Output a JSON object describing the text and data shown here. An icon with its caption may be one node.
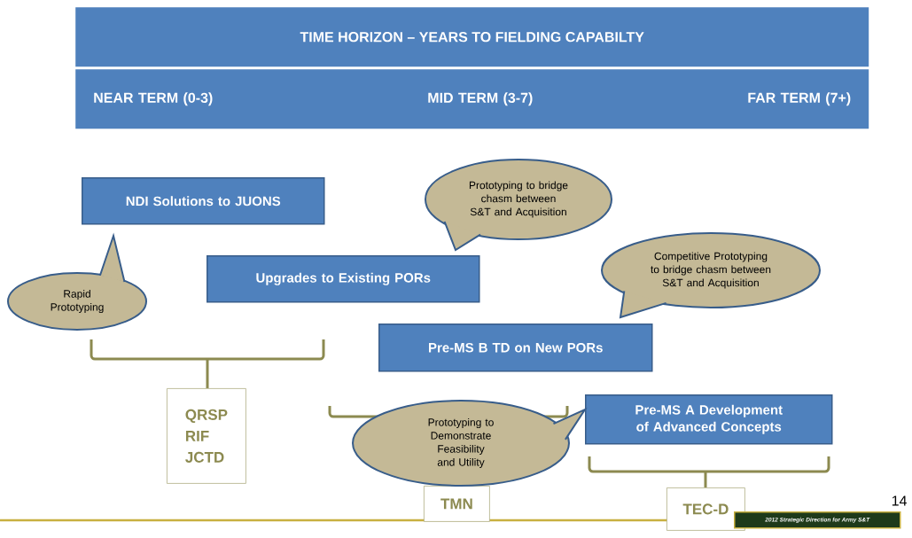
{
  "diagram": {
    "nodes": [
      {
        "text": [
          "TIME HORIZON – YEARS TO FIELDING CAPABILTY"
        ]
      },
      {
        "text": [
          "NEAR TERM (0-3)",
          "MID TERM (3-7)",
          "FAR TERM (7+)"
        ]
      },
      {
        "text": [
          "NDI Solutions to JUONS"
        ]
      },
      {
        "text": [
          "Upgrades to Existing PORs"
        ]
      },
      {
        "text": [
          "Pre-MS B TD on New PORs"
        ]
      },
      {
        "text": [
          "Pre-MS A Development of Advanced Concepts"
        ]
      },
      {
        "text": [
          "Rapid Prototyping"
        ]
      },
      {
        "text": [
          "Prototyping to bridge chasm between S&T and Acquisition"
        ]
      },
      {
        "text": [
          "Competitive Prototyping to bridge chasm between S&T and Acquisition"
        ]
      },
      {
        "text": [
          "Prototyping to Demonstrate Feasibility and Utility"
        ]
      },
      {
        "text": [
          "QRSP",
          "RIF",
          "JCTD"
        ]
      },
      {
        "text": [
          "TMN"
        ]
      },
      {
        "text": [
          "TEC-D"
        ]
      },
      {
        "text": [
          "2012 Strategic Direction for Army S&T"
        ]
      }
    ],
    "labels": [
      "14"
    ]
  }
}
